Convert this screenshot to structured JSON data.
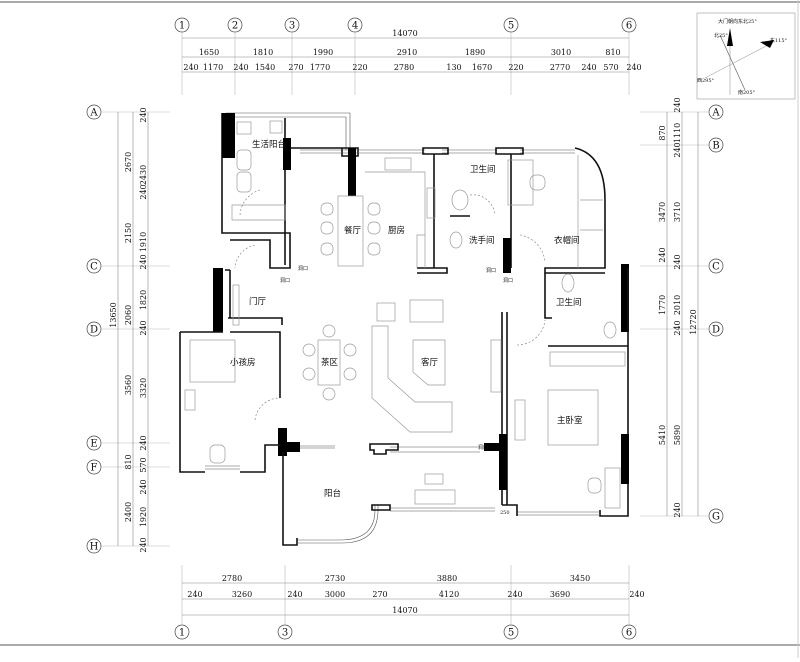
{
  "axes": {
    "top": [
      "1",
      "2",
      "3",
      "4",
      "5",
      "6"
    ],
    "bottom": [
      "1",
      "3",
      "5",
      "6"
    ],
    "left": [
      "A",
      "C",
      "D",
      "E",
      "F",
      "H"
    ],
    "right": [
      "A",
      "B",
      "C",
      "D",
      "G"
    ]
  },
  "dims": {
    "top_total": "14070",
    "top_row2": [
      "1650",
      "1810",
      "1990",
      "2910",
      "1890",
      "3010",
      "810"
    ],
    "top_row3": [
      "240",
      "1170",
      "240",
      "1540",
      "270",
      "1770",
      "220",
      "2780",
      "130",
      "1670",
      "220",
      "2770",
      "240",
      "570",
      "240"
    ],
    "left_total": "13650",
    "left_col2": [
      "2670",
      "2150",
      "2060",
      "3560",
      "810",
      "2400"
    ],
    "left_col3": [
      "240",
      "2430",
      "240",
      "1910",
      "240",
      "1820",
      "240",
      "3320",
      "240",
      "570",
      "240",
      "1920",
      "240"
    ],
    "right_col1": [
      "870",
      "3470",
      "1770",
      "5410"
    ],
    "right_col2": [
      "240",
      "1110",
      "240",
      "240",
      "3710",
      "240",
      "2010",
      "240",
      "5890",
      "240"
    ],
    "right_total": "12720",
    "bottom_row1": [
      "2780",
      "2730",
      "3880",
      "3450"
    ],
    "bottom_row2": [
      "240",
      "3260",
      "240",
      "3000",
      "270",
      "4120",
      "240",
      "3690",
      "240"
    ],
    "bottom_total": "14070"
  },
  "rooms": {
    "service_balcony": "生活阳台",
    "dining": "餐厅",
    "kitchen": "厨房",
    "bathroom_1": "卫生间",
    "washroom": "洗手间",
    "closet": "衣帽间",
    "foyer": "门厅",
    "kids_room": "小孩房",
    "tea_area": "茶区",
    "living_room": "客厅",
    "bathroom_2": "卫生间",
    "master_bedroom": "主卧室",
    "balcony": "阳台"
  },
  "openings": [
    "洞口",
    "洞口",
    "洞口",
    "洞口",
    "洞口"
  ],
  "misc_label": "250",
  "compass": {
    "title": "大门朝向东北25°",
    "north": "北25°",
    "east": "东115°",
    "west": "西295°",
    "south": "南205°"
  }
}
